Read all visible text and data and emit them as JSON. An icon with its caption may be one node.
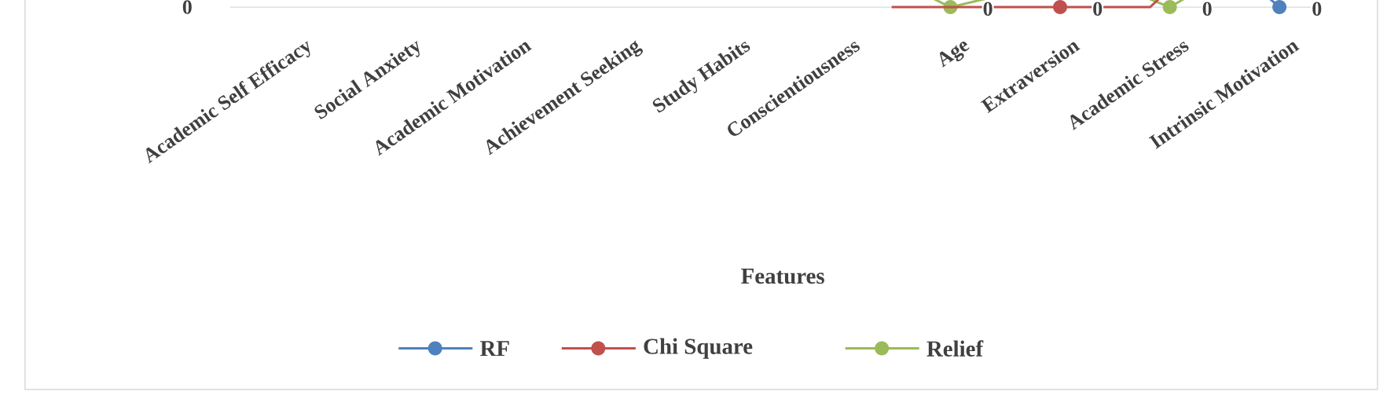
{
  "diagram": {
    "labels": [
      "0",
      "0",
      "0",
      "0",
      "0",
      "Academic Self Efficacy",
      "Social Anxiety",
      "Academic Motivation",
      "Achievement Seeking",
      "Study Habits",
      "Conscientiousness",
      "Age",
      "Extraversion",
      "Academic Stress",
      "Intrinsic Motivation",
      "Features"
    ],
    "legend": [
      {
        "text": "RF"
      },
      {
        "text": "Chi Square"
      },
      {
        "text": "Relief"
      }
    ]
  }
}
